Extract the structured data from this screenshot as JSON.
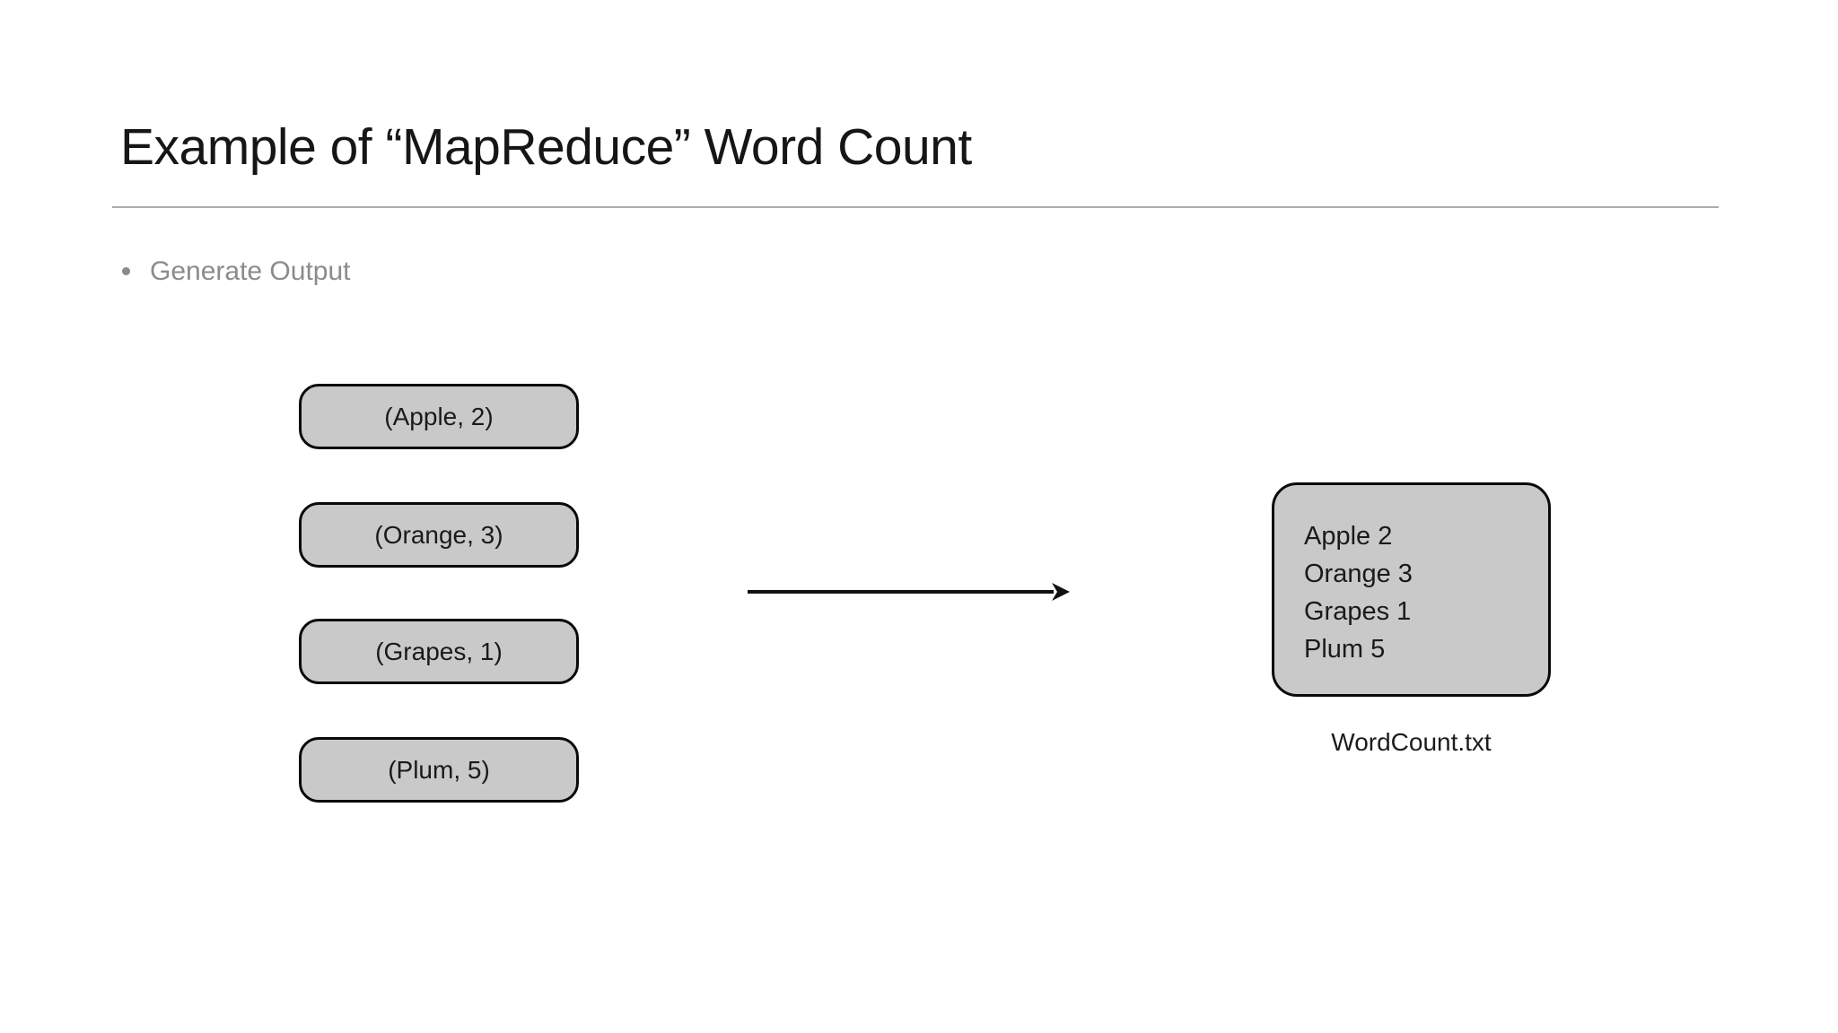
{
  "slide": {
    "title": "Example of “MapReduce” Word Count",
    "bullet": "Generate Output"
  },
  "diagram": {
    "pairs": [
      "(Apple, 2)",
      "(Orange, 3)",
      "(Grapes, 1)",
      "(Plum, 5)"
    ],
    "arrow": "right-arrow",
    "output_box": {
      "lines": [
        "Apple 2",
        "Orange 3",
        "Grapes 1",
        "Plum 5"
      ],
      "caption": "WordCount.txt"
    }
  },
  "colors": {
    "node_fill": "#c9c9c9",
    "node_border": "#0a0a0a",
    "divider": "#adadad",
    "muted_text": "#8b8b8b",
    "title_text": "#161616"
  }
}
